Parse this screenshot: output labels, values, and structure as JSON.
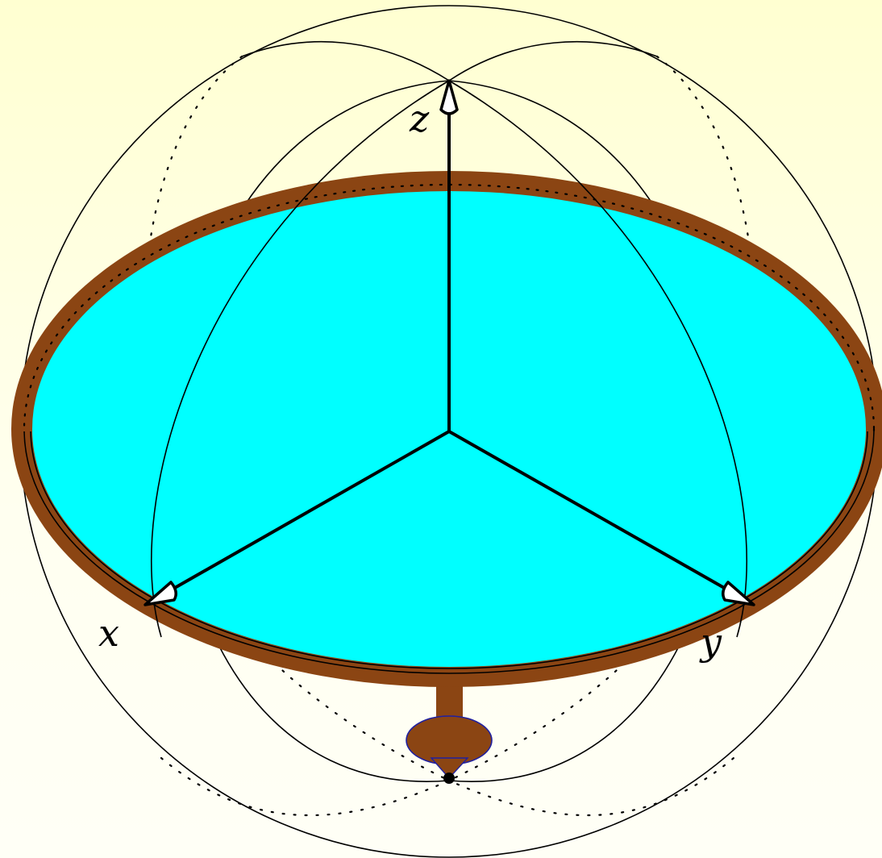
{
  "axes": [
    {
      "key": "z",
      "label": "z"
    },
    {
      "key": "x",
      "label": "x"
    },
    {
      "key": "y",
      "label": "y"
    }
  ],
  "colors": {
    "background_top": "#ffffd1",
    "background_bottom": "#fffff6",
    "surface_fill": "#00ffff",
    "rim": "#8b4513",
    "stem": "#8b4513",
    "contact_shadow": "#2020a0",
    "lines": "#000000",
    "arrowhead_fill": "#ffffff"
  }
}
